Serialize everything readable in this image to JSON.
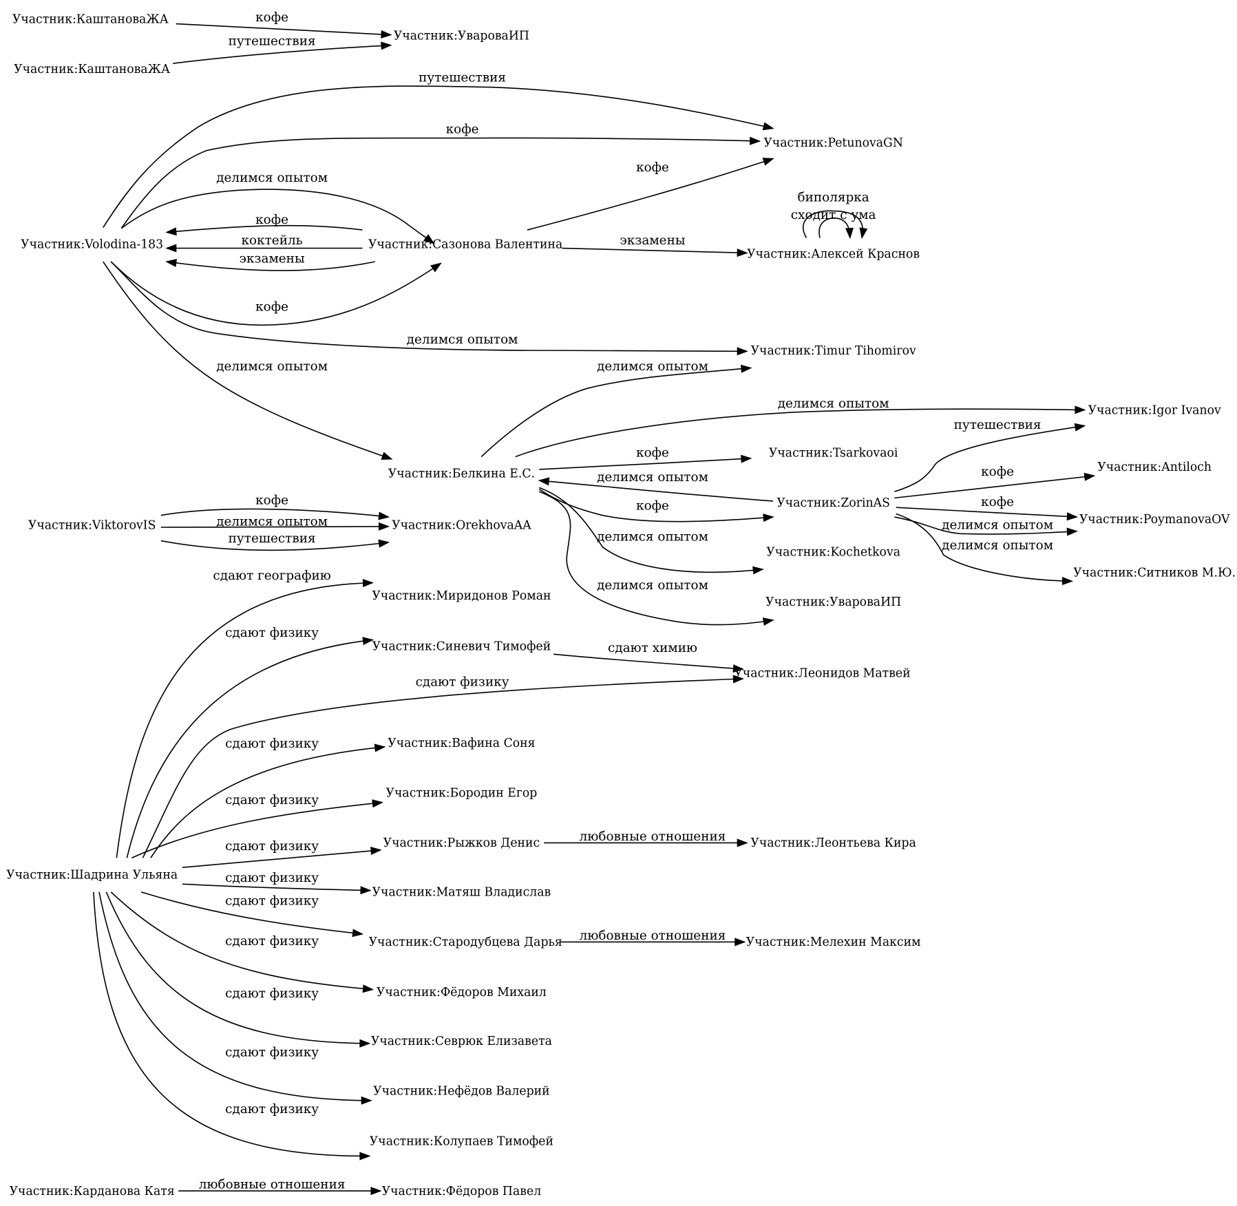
{
  "graph": {
    "type": "directed-graph",
    "prefix": "Участник:",
    "nodes": [
      {
        "id": "kashtanova1",
        "label": "Участник:КаштановаЖА"
      },
      {
        "id": "kashtanova2",
        "label": "Участник:КаштановаЖА"
      },
      {
        "id": "uvarova1",
        "label": "Участник:УвароваИП"
      },
      {
        "id": "volodina",
        "label": "Участник:Volodina-183"
      },
      {
        "id": "sazonova",
        "label": "Участник:Сазонова Валентина"
      },
      {
        "id": "petunova",
        "label": "Участник:PetunovaGN"
      },
      {
        "id": "krasnov",
        "label": "Участник:Алексей Краснов"
      },
      {
        "id": "timur",
        "label": "Участник:Timur Tihomirov"
      },
      {
        "id": "belkina",
        "label": "Участник:Белкина Е.С."
      },
      {
        "id": "igor",
        "label": "Участник:Igor Ivanov"
      },
      {
        "id": "tsarkovaoi",
        "label": "Участник:Tsarkovaoi"
      },
      {
        "id": "zorin",
        "label": "Участник:ZorinAS"
      },
      {
        "id": "antiloch",
        "label": "Участник:Antiloch"
      },
      {
        "id": "poymanova",
        "label": "Участник:PoymanovaOV"
      },
      {
        "id": "sitnikov",
        "label": "Участник:Ситников М.Ю."
      },
      {
        "id": "kochetkova",
        "label": "Участник:Kochetkova"
      },
      {
        "id": "uvarova2",
        "label": "Участник:УвароваИП"
      },
      {
        "id": "viktorov",
        "label": "Участник:ViktorovIS"
      },
      {
        "id": "orekhova",
        "label": "Участник:OrekhovaAA"
      },
      {
        "id": "miridonov",
        "label": "Участник:Миридонов Роман"
      },
      {
        "id": "sinevich",
        "label": "Участник:Синевич Тимофей"
      },
      {
        "id": "leonidov",
        "label": "Участник:Леонидов Матвей"
      },
      {
        "id": "vafina",
        "label": "Участник:Вафина Соня"
      },
      {
        "id": "borodin",
        "label": "Участник:Бородин Егор"
      },
      {
        "id": "ryzhkov",
        "label": "Участник:Рыжков Денис"
      },
      {
        "id": "leontyeva",
        "label": "Участник:Леонтьева Кира"
      },
      {
        "id": "shadrina",
        "label": "Участник:Шадрина Ульяна"
      },
      {
        "id": "matyash",
        "label": "Участник:Матяш Владислав"
      },
      {
        "id": "starodubtseva",
        "label": "Участник:Стародубцева Дарья"
      },
      {
        "id": "melekhin",
        "label": "Участник:Мелехин Максим"
      },
      {
        "id": "fedorov_m",
        "label": "Участник:Фёдоров Михаил"
      },
      {
        "id": "sevryuk",
        "label": "Участник:Севрюк Елизавета"
      },
      {
        "id": "nefedov",
        "label": "Участник:Нефёдов Валерий"
      },
      {
        "id": "kolupaev",
        "label": "Участник:Колупаев Тимофей"
      },
      {
        "id": "kardanova",
        "label": "Участник:Карданова Катя"
      },
      {
        "id": "fedorov_p",
        "label": "Участник:Фёдоров Павел"
      }
    ],
    "edges": [
      {
        "from": "kashtanova1",
        "to": "uvarova1",
        "label": "кофе"
      },
      {
        "from": "kashtanova2",
        "to": "uvarova1",
        "label": "путешествия"
      },
      {
        "from": "volodina",
        "to": "petunova",
        "label": "путешествия"
      },
      {
        "from": "volodina",
        "to": "petunova",
        "label": "кофе"
      },
      {
        "from": "volodina",
        "to": "sazonova",
        "label": "делимся опытом"
      },
      {
        "from": "sazonova",
        "to": "volodina",
        "label": "кофе"
      },
      {
        "from": "sazonova",
        "to": "volodina",
        "label": "коктейль"
      },
      {
        "from": "sazonova",
        "to": "volodina",
        "label": "экзамены"
      },
      {
        "from": "volodina",
        "to": "sazonova",
        "label": "кофе"
      },
      {
        "from": "volodina",
        "to": "timur",
        "label": "делимся опытом"
      },
      {
        "from": "volodina",
        "to": "belkina",
        "label": "делимся опытом"
      },
      {
        "from": "sazonova",
        "to": "petunova",
        "label": "кофе"
      },
      {
        "from": "sazonova",
        "to": "krasnov",
        "label": "экзамены"
      },
      {
        "from": "krasnov",
        "to": "krasnov",
        "label": "биполярка"
      },
      {
        "from": "krasnov",
        "to": "krasnov",
        "label": "сходит с ума"
      },
      {
        "from": "belkina",
        "to": "timur",
        "label": "делимся опытом"
      },
      {
        "from": "belkina",
        "to": "igor",
        "label": "делимся опытом"
      },
      {
        "from": "belkina",
        "to": "tsarkovaoi",
        "label": "кофе"
      },
      {
        "from": "zorin",
        "to": "belkina",
        "label": "делимся опытом"
      },
      {
        "from": "belkina",
        "to": "zorin",
        "label": "кофе"
      },
      {
        "from": "belkina",
        "to": "kochetkova",
        "label": "делимся опытом"
      },
      {
        "from": "belkina",
        "to": "uvarova2",
        "label": "делимся опытом"
      },
      {
        "from": "zorin",
        "to": "igor",
        "label": "путешествия"
      },
      {
        "from": "zorin",
        "to": "antiloch",
        "label": "кофе"
      },
      {
        "from": "zorin",
        "to": "poymanova",
        "label": "кофе"
      },
      {
        "from": "zorin",
        "to": "poymanova",
        "label": "делимся опытом"
      },
      {
        "from": "zorin",
        "to": "sitnikov",
        "label": "делимся опытом"
      },
      {
        "from": "viktorov",
        "to": "orekhova",
        "label": "кофе"
      },
      {
        "from": "viktorov",
        "to": "orekhova",
        "label": "делимся опытом"
      },
      {
        "from": "viktorov",
        "to": "orekhova",
        "label": "путешествия"
      },
      {
        "from": "shadrina",
        "to": "miridonov",
        "label": "сдают географию"
      },
      {
        "from": "shadrina",
        "to": "sinevich",
        "label": "сдают физику"
      },
      {
        "from": "sinevich",
        "to": "leonidov",
        "label": "сдают химию"
      },
      {
        "from": "shadrina",
        "to": "leonidov",
        "label": "сдают физику"
      },
      {
        "from": "shadrina",
        "to": "vafina",
        "label": "сдают физику"
      },
      {
        "from": "shadrina",
        "to": "borodin",
        "label": "сдают физику"
      },
      {
        "from": "shadrina",
        "to": "ryzhkov",
        "label": "сдают физику"
      },
      {
        "from": "ryzhkov",
        "to": "leontyeva",
        "label": "любовные отношения"
      },
      {
        "from": "shadrina",
        "to": "matyash",
        "label": "сдают физику"
      },
      {
        "from": "shadrina",
        "to": "starodubtseva",
        "label": "сдают физику"
      },
      {
        "from": "starodubtseva",
        "to": "melekhin",
        "label": "любовные отношения"
      },
      {
        "from": "shadrina",
        "to": "fedorov_m",
        "label": "сдают физику"
      },
      {
        "from": "shadrina",
        "to": "sevryuk",
        "label": "сдают физику"
      },
      {
        "from": "shadrina",
        "to": "nefedov",
        "label": "сдают физику"
      },
      {
        "from": "shadrina",
        "to": "kolupaev",
        "label": "сдают физику"
      },
      {
        "from": "kardanova",
        "to": "fedorov_p",
        "label": "любовные отношения"
      }
    ]
  }
}
